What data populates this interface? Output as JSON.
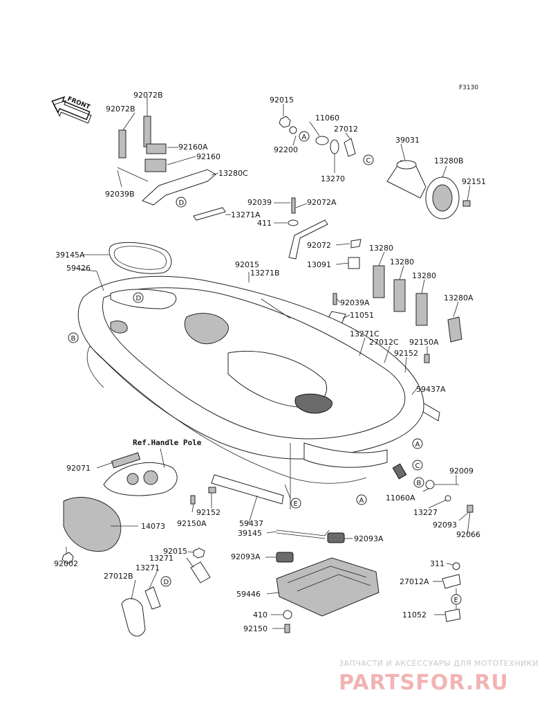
{
  "figure_code": "F3130",
  "front_label": "FRONT",
  "ref_note": "Ref.Handle Pole",
  "watermark": {
    "subtitle": "ЗАПЧАСТИ И АКСЕССУАРЫ ДЛЯ МОТОТЕХНИКИ",
    "brand": "PARTSFOR.RU"
  },
  "callouts": [
    "A",
    "B",
    "C",
    "D",
    "E"
  ],
  "part_labels": [
    {
      "id": "p01",
      "text": "92072B"
    },
    {
      "id": "p02",
      "text": "92072B"
    },
    {
      "id": "p03",
      "text": "92160A"
    },
    {
      "id": "p04",
      "text": "92160"
    },
    {
      "id": "p05",
      "text": "13280C"
    },
    {
      "id": "p06",
      "text": "92039B"
    },
    {
      "id": "p07",
      "text": "13271A"
    },
    {
      "id": "p08",
      "text": "92015"
    },
    {
      "id": "p09",
      "text": "11060"
    },
    {
      "id": "p10",
      "text": "27012"
    },
    {
      "id": "p11",
      "text": "92200"
    },
    {
      "id": "p12",
      "text": "13270"
    },
    {
      "id": "p13",
      "text": "39031"
    },
    {
      "id": "p14",
      "text": "13280B"
    },
    {
      "id": "p15",
      "text": "92151"
    },
    {
      "id": "p16",
      "text": "92039"
    },
    {
      "id": "p17",
      "text": "92072A"
    },
    {
      "id": "p18",
      "text": "411"
    },
    {
      "id": "p19",
      "text": "39145A"
    },
    {
      "id": "p20",
      "text": "59426"
    },
    {
      "id": "p21",
      "text": "92072"
    },
    {
      "id": "p22",
      "text": "13280"
    },
    {
      "id": "p23",
      "text": "13091"
    },
    {
      "id": "p24",
      "text": "13280"
    },
    {
      "id": "p25",
      "text": "92015"
    },
    {
      "id": "p26",
      "text": "13271B"
    },
    {
      "id": "p27",
      "text": "13280"
    },
    {
      "id": "p28",
      "text": "92039A"
    },
    {
      "id": "p29",
      "text": "13280A"
    },
    {
      "id": "p30",
      "text": "11051"
    },
    {
      "id": "p31",
      "text": "13271C"
    },
    {
      "id": "p32",
      "text": "27012C"
    },
    {
      "id": "p33",
      "text": "92150A"
    },
    {
      "id": "p34",
      "text": "92152"
    },
    {
      "id": "p35",
      "text": "59437A"
    },
    {
      "id": "p36",
      "text": "92071"
    },
    {
      "id": "p37",
      "text": "92009"
    },
    {
      "id": "p38",
      "text": "11060A"
    },
    {
      "id": "p39",
      "text": "14073"
    },
    {
      "id": "p40",
      "text": "92152"
    },
    {
      "id": "p41",
      "text": "92150A"
    },
    {
      "id": "p42",
      "text": "59437"
    },
    {
      "id": "p43",
      "text": "13227"
    },
    {
      "id": "p44",
      "text": "92093"
    },
    {
      "id": "p45",
      "text": "39145"
    },
    {
      "id": "p46",
      "text": "92066"
    },
    {
      "id": "p47",
      "text": "92015"
    },
    {
      "id": "p48",
      "text": "92093A"
    },
    {
      "id": "p49",
      "text": "92002"
    },
    {
      "id": "p50",
      "text": "13271"
    },
    {
      "id": "p51",
      "text": "92093A"
    },
    {
      "id": "p52",
      "text": "13271"
    },
    {
      "id": "p53",
      "text": "311"
    },
    {
      "id": "p54",
      "text": "27012B"
    },
    {
      "id": "p55",
      "text": "27012A"
    },
    {
      "id": "p56",
      "text": "59446"
    },
    {
      "id": "p57",
      "text": "410"
    },
    {
      "id": "p58",
      "text": "11052"
    },
    {
      "id": "p59",
      "text": "92150"
    }
  ]
}
